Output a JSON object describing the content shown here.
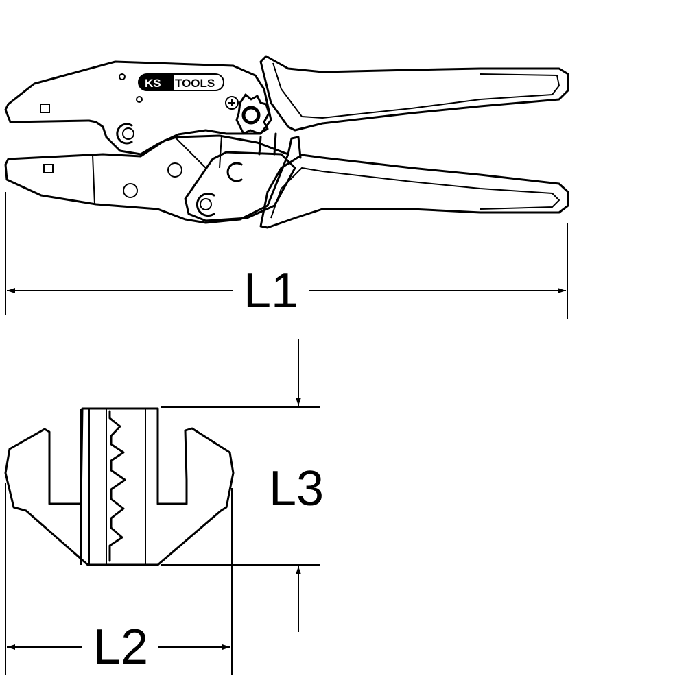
{
  "logo": {
    "text": "KS TOOLS",
    "brand_left": "KS",
    "brand_right": "TOOLS"
  },
  "dimensions": {
    "overall_length_label": "L1",
    "die_width_label": "L2",
    "die_height_label": "L3"
  },
  "colors": {
    "line": "#000000",
    "background": "#ffffff"
  }
}
